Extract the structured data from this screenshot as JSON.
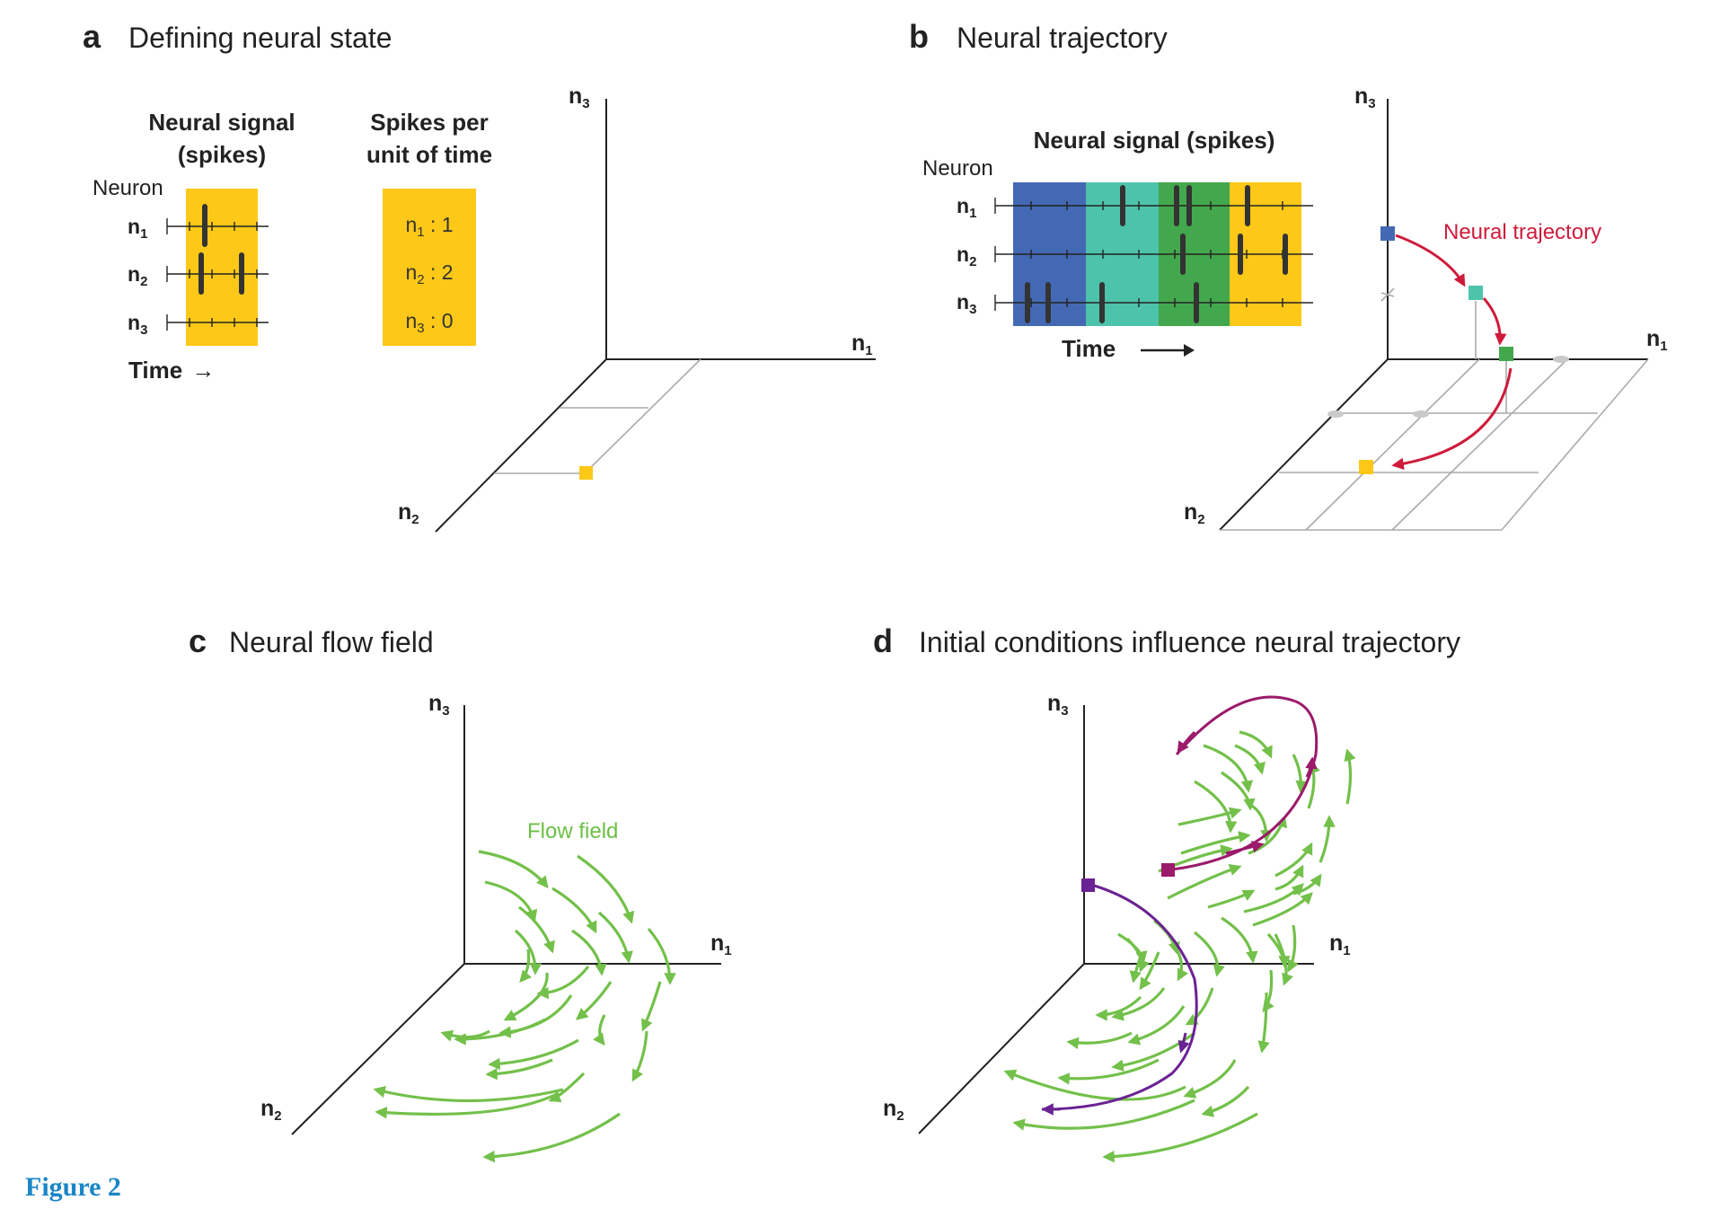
{
  "figure_caption": "Figure 2",
  "panels": {
    "a": {
      "letter": "a",
      "title": "Defining neural state",
      "signal_header": [
        "Neural signal",
        "(spikes)"
      ],
      "rate_header": [
        "Spikes per",
        "unit of time"
      ],
      "neuron_label": "Neuron",
      "time_label": "Time",
      "time_arrow": "→",
      "rows": [
        {
          "name": "n",
          "sub": "1",
          "count": "1"
        },
        {
          "name": "n",
          "sub": "2",
          "count": "2"
        },
        {
          "name": "n",
          "sub": "3",
          "count": "0"
        }
      ],
      "count_sep": " : ",
      "axes": {
        "x": "n",
        "x_sub": "1",
        "y": "n",
        "y_sub": "2",
        "z": "n",
        "z_sub": "3"
      }
    },
    "b": {
      "letter": "b",
      "title": "Neural trajectory",
      "signal_header": "Neural signal (spikes)",
      "neuron_label": "Neuron",
      "time_label": "Time",
      "rows": [
        {
          "name": "n",
          "sub": "1"
        },
        {
          "name": "n",
          "sub": "2"
        },
        {
          "name": "n",
          "sub": "3"
        }
      ],
      "annotation": "Neural trajectory",
      "axes": {
        "x": "n",
        "x_sub": "1",
        "y": "n",
        "y_sub": "2",
        "z": "n",
        "z_sub": "3"
      }
    },
    "c": {
      "letter": "c",
      "title": "Neural flow field",
      "annotation": "Flow field",
      "axes": {
        "x": "n",
        "x_sub": "1",
        "y": "n",
        "y_sub": "2",
        "z": "n",
        "z_sub": "3"
      }
    },
    "d": {
      "letter": "d",
      "title": "Initial conditions influence neural trajectory",
      "axes": {
        "x": "n",
        "x_sub": "1",
        "y": "n",
        "y_sub": "2",
        "z": "n",
        "z_sub": "3"
      }
    }
  },
  "colors": {
    "state_yellow": "#fdc818",
    "bin_blue": "#4469b4",
    "bin_teal": "#4ec3ab",
    "bin_green": "#43a84d",
    "bin_yellow": "#fdc818",
    "trajectory_red": "#cf1b3b",
    "flow_green": "#73c04a",
    "traj_magenta": "#9b1a6b",
    "traj_purple": "#6a2393",
    "caption_blue": "#1a86c7"
  }
}
